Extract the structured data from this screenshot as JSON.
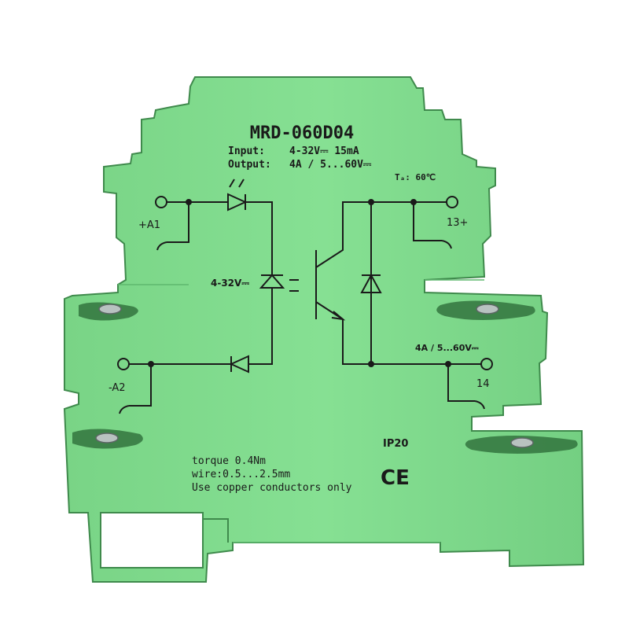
{
  "product": {
    "model": "MRD-060D04",
    "input_label": "Input:",
    "input_value": "4-32V⎓  15mA",
    "output_label": "Output:",
    "output_value": "4A / 5...60V⎓",
    "temperature": "Tₐ: 60℃"
  },
  "terminals": {
    "a1": "+A1",
    "a2": "-A2",
    "t13": "13+",
    "t14": "14",
    "input_range": "4-32V⎓",
    "output_range": "4A / 5...60V⎓"
  },
  "specs": {
    "torque": "torque 0.4Nm",
    "wire": "wire:0.5...2.5mm",
    "note": "Use copper conductors only"
  },
  "rating": {
    "ip": "IP20",
    "ce": "CE"
  },
  "colors": {
    "housing": "#7fdc8b",
    "housing_shadow": "#5fb86e",
    "housing_edge": "#3f8a4c",
    "print": "#1a1a1a"
  }
}
